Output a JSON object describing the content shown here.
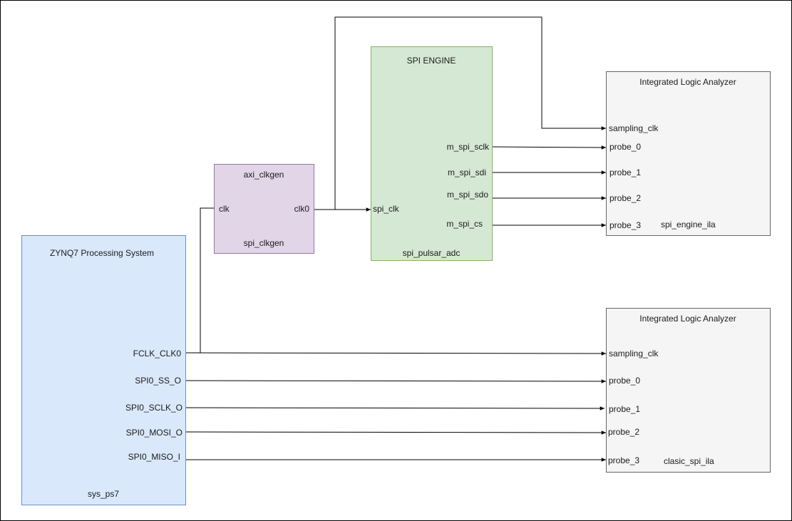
{
  "colors": {
    "ps_fill": "#dae8fc",
    "ps_border": "#6c8ebf",
    "clkgen_fill": "#e1d5e7",
    "clkgen_border": "#9673a6",
    "spi_fill": "#d5e8d4",
    "spi_border": "#82b366",
    "ila_fill": "#f5f5f5",
    "ila_border": "#666666",
    "wire": "#000000"
  },
  "ps7": {
    "title": "ZYNQ7 Processing System",
    "instance": "sys_ps7",
    "ports": [
      "FCLK_CLK0",
      "SPI0_SS_O",
      "SPI0_SCLK_O",
      "SPI0_MOSI_O",
      "SPI0_MISO_I"
    ]
  },
  "clkgen": {
    "title": "axi_clkgen",
    "instance": "spi_clkgen",
    "port_in": "clk",
    "port_out": "clk0"
  },
  "spi_engine": {
    "title": "SPI ENGINE",
    "instance": "spi_pulsar_adc",
    "port_in": "spi_clk",
    "ports_out": [
      "m_spi_sclk",
      "m_spi_sdi",
      "m_spi_sdo",
      "m_spi_cs"
    ]
  },
  "ila_engine": {
    "title": "Integrated Logic Analyzer",
    "instance": "spi_engine_ila",
    "ports": [
      "sampling_clk",
      "probe_0",
      "probe_1",
      "probe_2",
      "probe_3"
    ]
  },
  "ila_clasic": {
    "title": "Integrated Logic Analyzer",
    "instance": "clasic_spi_ila",
    "ports": [
      "sampling_clk",
      "probe_0",
      "probe_1",
      "probe_2",
      "probe_3"
    ]
  }
}
